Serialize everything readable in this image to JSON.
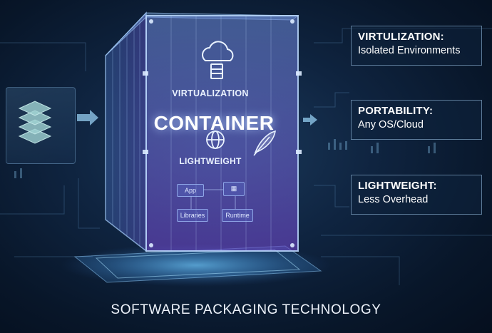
{
  "container": {
    "top_label": "VIRTUALIZATION",
    "main_label": "CONTAINER",
    "bottom_label": "LIGHTWEIGHT",
    "chips": [
      "App",
      "Libraries",
      "Runtime"
    ]
  },
  "features": [
    {
      "title": "VIRTULIZATION:",
      "subtitle": "Isolated Environments"
    },
    {
      "title": "PORTABILITY:",
      "subtitle": "Any OS/Cloud"
    },
    {
      "title": "LIGHTWEIGHT:",
      "subtitle": "Less Overhead"
    }
  ],
  "footer": "SOFTWARE PACKAGING TECHNOLOGY",
  "icons": [
    "layers-stack-icon",
    "cloud-server-icon",
    "globe-icon",
    "feather-icon",
    "chip-icon"
  ],
  "colors": {
    "accent_glow": "#8fd4ff",
    "container_purple": "#6c4fd0",
    "background": "#0f2440"
  }
}
